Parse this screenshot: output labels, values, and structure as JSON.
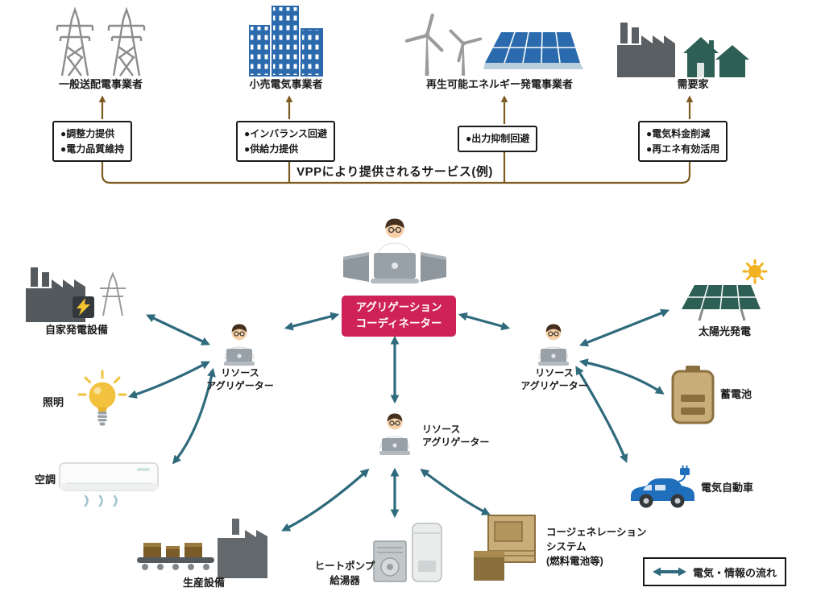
{
  "top": {
    "caption": "VPPにより提供されるサービス(例)",
    "entities": [
      {
        "name": "一般送配電事業者",
        "services": [
          "●調整力提供",
          "●電力品質維持"
        ]
      },
      {
        "name": "小売電気事業者",
        "services": [
          "●インバランス回避",
          "●供給力提供"
        ]
      },
      {
        "name": "再生可能エネルギー発電事業者",
        "services": [
          "●出力抑制回避"
        ]
      },
      {
        "name": "需要家",
        "services": [
          "●電気料金削減",
          "●再エネ有効活用"
        ]
      }
    ]
  },
  "coordinator": {
    "line1": "アグリゲーション",
    "line2": "コーディネーター"
  },
  "aggregator": {
    "line1": "リソース",
    "line2": "アグリゲーター"
  },
  "resources": {
    "self_generation": "自家発電設備",
    "lighting": "照明",
    "air_conditioning": "空調",
    "production": "生産設備",
    "heat_pump": {
      "line1": "ヒートポンプ",
      "line2": "給湯器"
    },
    "cogeneration": {
      "line1": "コージェネレーション",
      "line2": "システム",
      "line3": "(燃料電池等)"
    },
    "solar": "太陽光発電",
    "battery": "蓄電池",
    "ev": "電気自動車"
  },
  "legend": {
    "label": "電気・情報の流れ"
  },
  "colors": {
    "coordinator_bg": "#ce2258",
    "flow_arrow_teal": "#2f6b7d",
    "service_bracket_brown": "#7d5b21",
    "retail_building_blue": "#2a6aad",
    "consumer_teal": "#2d5f55",
    "resource_brown": "#8a6f3f",
    "sun_yellow": "#f2b11e",
    "ev_blue": "#1f6fbd"
  },
  "icons": {
    "transmission-towers-icon": "lattice-pylon-shape",
    "office-buildings-icon": "window-grid-rects",
    "wind-turbines-icon": "pole-and-blades",
    "solar-array-icon": "tilted-grid-panel",
    "factory-icon": "sawtooth-silhouette",
    "houses-icon": "gabled-houses",
    "person-laptop-icon": "operator-at-laptop",
    "lightning-bolt-icon": "bolt-glyph",
    "light-bulb-icon": "bulb-with-rays",
    "air-conditioner-icon": "wall-unit-with-airflow",
    "conveyor-icon": "belt-with-boxes",
    "heat-pump-icon": "outdoor-unit-and-tank",
    "cogeneration-icon": "tan-equipment-boxes",
    "battery-icon": "cell-with-terminal",
    "electric-car-icon": "blue-car-with-plug",
    "flow-arrow-icon": "double-headed-arrow"
  }
}
